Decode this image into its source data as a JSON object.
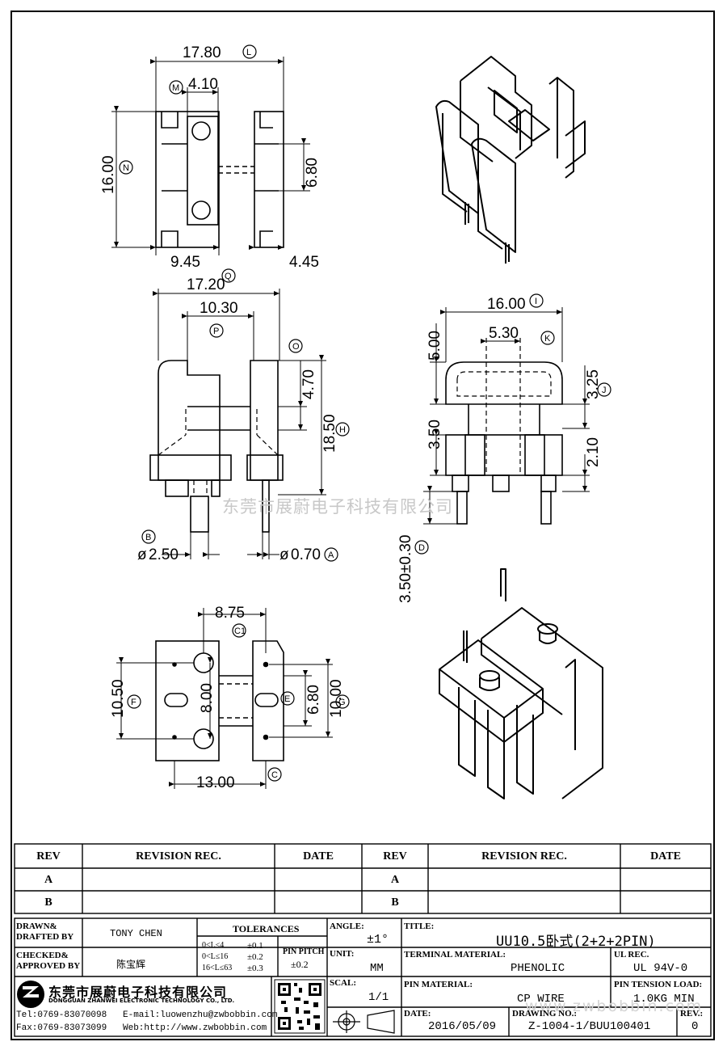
{
  "dimensions": {
    "top_view": {
      "L": "17.80",
      "M": "4.10",
      "N": "16.00",
      "h1": "6.80",
      "w1": "9.45",
      "w2": "4.45"
    },
    "side_view": {
      "Q": "17.20",
      "P": "10.30",
      "O": "4.70",
      "H": "18.50",
      "B": "2.50",
      "A": "0.70",
      "B_prefix": "ø",
      "A_prefix": "ø"
    },
    "front_view": {
      "I": "16.00",
      "K": "5.30",
      "top": "5.00",
      "J": "3.25",
      "mid": "3.50",
      "low": "2.10",
      "D": "3.50±0.30"
    },
    "bottom_view": {
      "C1": "8.75",
      "F": "10.50",
      "inner": "8.00",
      "E": "6.80",
      "G": "10.00",
      "C": "13.00"
    }
  },
  "markers": [
    "L",
    "M",
    "N",
    "Q",
    "P",
    "O",
    "H",
    "B",
    "A",
    "I",
    "K",
    "J",
    "D",
    "C1",
    "F",
    "E",
    "G",
    "C"
  ],
  "watermark": "东莞市展蔚电子科技有限公司",
  "watermark_url": "www.zwbobbin.com",
  "revision": {
    "headers": [
      "REV",
      "REVISION REC.",
      "DATE",
      "REV",
      "REVISION REC.",
      "DATE"
    ],
    "rows": [
      [
        "A",
        "",
        "",
        "A",
        "",
        ""
      ],
      [
        "B",
        "",
        "",
        "B",
        "",
        ""
      ]
    ]
  },
  "title_block": {
    "drawn_label": "DRAWN&\nDRAFTED BY",
    "drawn_value": "TONY CHEN",
    "checked_label": "CHECKED&\nAPPROVED BY",
    "checked_value": "陈宝辉",
    "tolerances_label": "TOLERANCES",
    "tol_rows": [
      [
        "0<L≤4",
        "±0.1"
      ],
      [
        "0<L≤16",
        "±0.2"
      ],
      [
        "16<L≤63",
        "±0.3"
      ]
    ],
    "pin_pitch_label": "PIN PITCH",
    "pin_pitch_value": "±0.2",
    "angle_label": "ANGLE:",
    "angle_value": "±1°",
    "unit_label": "UNIT:",
    "unit_value": "MM",
    "scal_label": "SCAL:",
    "scal_value": "1/1",
    "title_label": "TITLE:",
    "title_value": "UU10.5卧式(2+2+2PIN)",
    "terminal_label": "TERMINAL MATERIAL:",
    "terminal_value": "PHENOLIC",
    "ul_label": "UL REC.",
    "ul_value": "UL 94V-0",
    "pin_material_label": "PIN MATERIAL:",
    "pin_material_value": "CP WIRE",
    "tension_label": "PIN TENSION LOAD:",
    "tension_value": "1.0KG MIN",
    "date_label": "DATE:",
    "date_value": "2016/05/09",
    "drawing_label": "DRAWING NO.:",
    "drawing_value": "Z-1004-1/BUU100401",
    "rev_label": "REV.:",
    "rev_value": "0",
    "company_cn": "东莞市展蔚电子科技有限公司",
    "company_en": "DONGGUAN ZHANWEI ELECTRONIC TECHNOLOGY CO., LTD.",
    "tel": "Tel:0769-83070098",
    "email": "E-mail:luowenzhu@zwbobbin.com",
    "fax": "Fax:0769-83073099",
    "web": "Web:http://www.zwbobbin.com"
  }
}
